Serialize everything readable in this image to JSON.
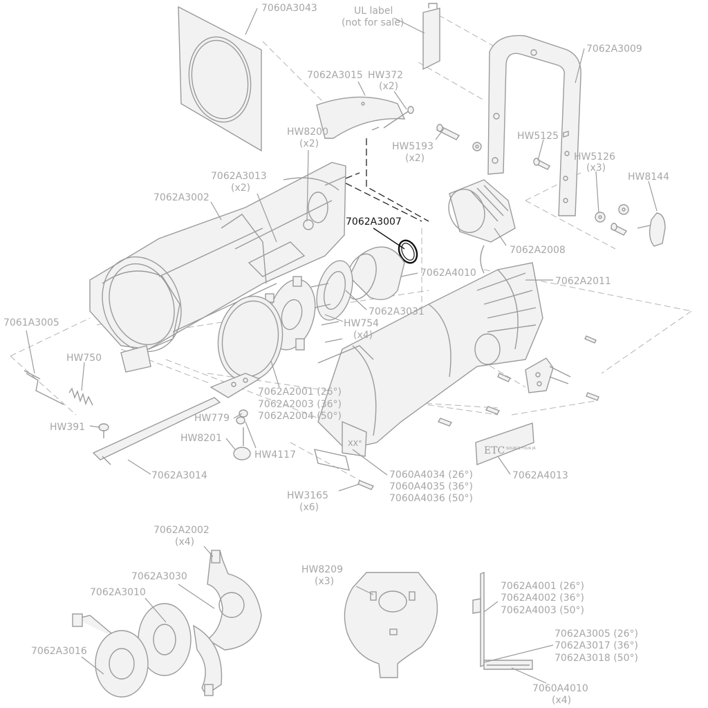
{
  "labels": {
    "l7060A3043": "7060A3043",
    "ul1": "UL label",
    "ul2": "(not for sale)",
    "l7062A3009": "7062A3009",
    "l7062A3015": "7062A3015",
    "hw372": "HW372",
    "hw372q": "(x2)",
    "hw8200": "HW8200",
    "hw8200q": "(x2)",
    "hw5193": "HW5193",
    "hw5193q": "(x2)",
    "hw5125": "HW5125",
    "hw5126": "HW5126",
    "hw5126q": "(x3)",
    "hw8144": "HW8144",
    "l7062A3013": "7062A3013",
    "l7062A3013q": "(x2)",
    "l7062A3002": "7062A3002",
    "l7062A3007": "7062A3007",
    "l7062A2008": "7062A2008",
    "l7062A4010": "7062A4010",
    "l7062A2011": "7062A2011",
    "l7062A3031": "7062A3031",
    "hw754": "HW754",
    "hw754q": "(x4)",
    "l7061A3005": "7061A3005",
    "hw750": "HW750",
    "l2001": "7062A2001 (26°)",
    "l2003": "7062A2003 (36°)",
    "l2004": "7062A2004 (50°)",
    "hw779": "HW779",
    "hw391": "HW391",
    "hw8201": "HW8201",
    "hw4117": "HW4117",
    "l7062A3014": "7062A3014",
    "l4034": "7060A4034 (26°)",
    "l4035": "7060A4035 (36°)",
    "l4036": "7060A4036 (50°)",
    "l7062A4013": "7062A4013",
    "hw3165": "HW3165",
    "hw3165q": "(x6)",
    "l7062A2002": "7062A2002",
    "l7062A2002q": "(x4)",
    "hw8209": "HW8209",
    "hw8209q": "(x3)",
    "l4001": "7062A4001 (26°)",
    "l4002": "7062A4002 (36°)",
    "l4003": "7062A4003 (50°)",
    "l7062A3030": "7062A3030",
    "l7062A3010": "7062A3010",
    "l3005": "7062A3005 (26°)",
    "l3017": "7062A3017 (36°)",
    "l3018": "7062A3018 (50°)",
    "l7062A3016": "7062A3016",
    "l7060A4010": "7060A4010",
    "l7060A4010q": "(x4)",
    "xx": "XX°",
    "etc": "ETC",
    "source4": "SOURCE FOUR JR"
  },
  "highlight": {
    "part": "7062A3007",
    "color": "#111111"
  },
  "colors": {
    "line": "#9a9a9a",
    "label": "#a6a6a6",
    "background": "#ffffff"
  }
}
